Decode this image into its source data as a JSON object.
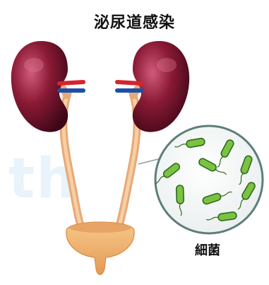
{
  "title": "泌尿道感染",
  "bacteria_label": "細菌",
  "watermark": "th",
  "colors": {
    "kidney_dark": "#4a0a1c",
    "kidney_mid": "#8a1a35",
    "kidney_light": "#c0496a",
    "artery": "#d6232c",
    "vein": "#1c4fa8",
    "ureter_outer": "#e8a877",
    "ureter_inner": "#f6cfa4",
    "bladder": "#eeb06e",
    "bacteria_fill": "#7cc242",
    "bacteria_stroke": "#2e6b1c"
  },
  "icons": {
    "left_kidney": "kidney",
    "right_kidney": "kidney",
    "bladder": "bladder",
    "magnifier": "magnifier-circle",
    "bacteria": "rod-bacterium"
  }
}
